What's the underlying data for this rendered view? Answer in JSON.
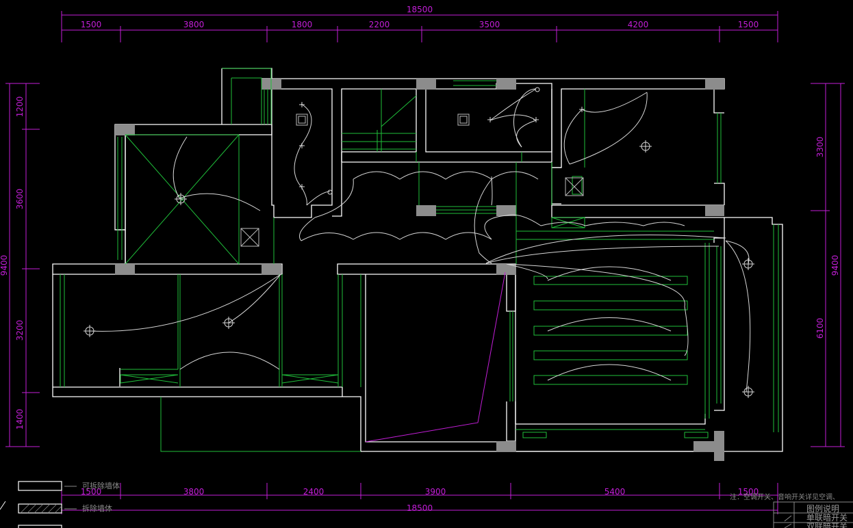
{
  "dimensions": {
    "top_total": "18500",
    "top_segments": [
      "1500",
      "3800",
      "1800",
      "2200",
      "3500",
      "4200",
      "1500"
    ],
    "bottom_total": "18500",
    "bottom_segments": [
      "1500",
      "3800",
      "2400",
      "3900",
      "5400",
      "1500"
    ],
    "left_total": "9400",
    "left_segments": [
      "1200",
      "3600",
      "3200",
      "1400"
    ],
    "right_total": "9400",
    "right_segments": [
      "3300",
      "6100"
    ]
  },
  "legend": {
    "removable_wall": "可拆除墙体",
    "demolished_wall": "拆除墙体"
  },
  "note": "注：空调开关、音响开关详见空调、",
  "legend_box": {
    "title": "图例说明",
    "single_switch": "单联暗开关",
    "double_switch": "双联暗开关"
  },
  "colors": {
    "wall": "#ffffff",
    "dimension": "#c41ed9",
    "fixture": "#1fbf3a",
    "wire": "#d9d9d9",
    "column": "#8c8c8c"
  }
}
